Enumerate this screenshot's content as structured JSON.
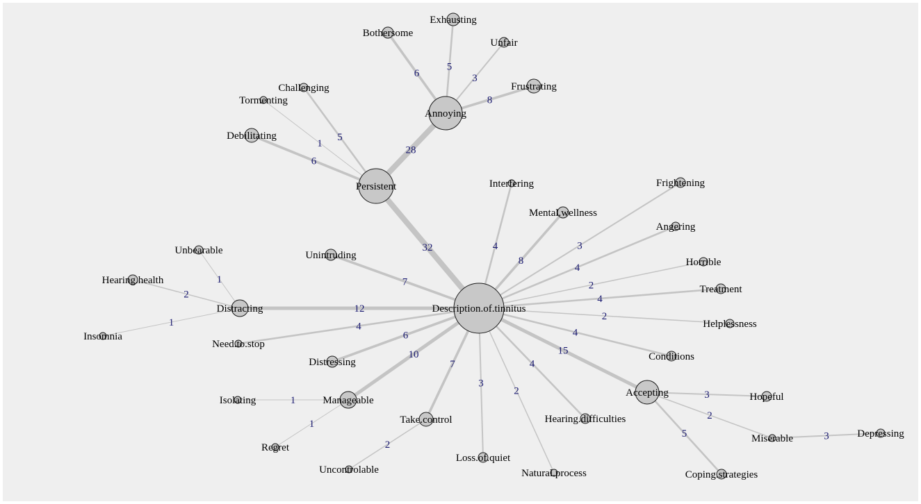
{
  "colors": {
    "background": "#efefef",
    "node_fill": "#c8c8c8",
    "node_stroke": "#1a1a1a",
    "edge": "#c4c4c4",
    "edge_label": "#191970",
    "node_label": "#000000"
  },
  "nodes": [
    {
      "id": "description",
      "label": "Description.of.tinnitus"
    },
    {
      "id": "persistent",
      "label": "Persistent"
    },
    {
      "id": "annoying",
      "label": "Annoying"
    },
    {
      "id": "bothersome",
      "label": "Bothersome"
    },
    {
      "id": "exhausting",
      "label": "Exhausting"
    },
    {
      "id": "unfair",
      "label": "Unfair"
    },
    {
      "id": "frustrating",
      "label": "Frustrating"
    },
    {
      "id": "challenging",
      "label": "Challenging"
    },
    {
      "id": "tormenting",
      "label": "Tormenting"
    },
    {
      "id": "debilitating",
      "label": "Debilitating"
    },
    {
      "id": "interfering",
      "label": "Interfering"
    },
    {
      "id": "frightening",
      "label": "Frightening"
    },
    {
      "id": "mental_wellness",
      "label": "Mental.wellness"
    },
    {
      "id": "angering",
      "label": "Angering"
    },
    {
      "id": "horrible",
      "label": "Horrible"
    },
    {
      "id": "treatment",
      "label": "Treatment"
    },
    {
      "id": "helplessness",
      "label": "Helplessness"
    },
    {
      "id": "conditions",
      "label": "Conditions"
    },
    {
      "id": "accepting",
      "label": "Accepting"
    },
    {
      "id": "hopeful",
      "label": "Hopeful"
    },
    {
      "id": "miserable",
      "label": "Miserable"
    },
    {
      "id": "depressing",
      "label": "Depressing"
    },
    {
      "id": "coping_strategies",
      "label": "Coping.strategies"
    },
    {
      "id": "hearing_difficulties",
      "label": "Hearing.difficulties"
    },
    {
      "id": "natural_process",
      "label": "Natural.process"
    },
    {
      "id": "loss_of_quiet",
      "label": "Loss.of.quiet"
    },
    {
      "id": "take_control",
      "label": "Take.control"
    },
    {
      "id": "uncontrolable",
      "label": "Uncontrolable"
    },
    {
      "id": "manageable",
      "label": "Manageable"
    },
    {
      "id": "isolating",
      "label": "Isolating"
    },
    {
      "id": "regret",
      "label": "Regret"
    },
    {
      "id": "distressing",
      "label": "Distressing"
    },
    {
      "id": "need_to_stop",
      "label": "Need.to.stop"
    },
    {
      "id": "distracting",
      "label": "Distracting"
    },
    {
      "id": "unbearable",
      "label": "Unbearable"
    },
    {
      "id": "hearing_health",
      "label": "Hearing.health"
    },
    {
      "id": "insomnia",
      "label": "Insomnia"
    },
    {
      "id": "unintruding",
      "label": "Unintruding"
    }
  ],
  "edges": [
    {
      "source": "description",
      "target": "persistent",
      "weight": "32"
    },
    {
      "source": "persistent",
      "target": "annoying",
      "weight": "28"
    },
    {
      "source": "annoying",
      "target": "bothersome",
      "weight": "6"
    },
    {
      "source": "annoying",
      "target": "exhausting",
      "weight": "5"
    },
    {
      "source": "annoying",
      "target": "unfair",
      "weight": "3"
    },
    {
      "source": "annoying",
      "target": "frustrating",
      "weight": "8"
    },
    {
      "source": "persistent",
      "target": "challenging",
      "weight": "5"
    },
    {
      "source": "persistent",
      "target": "tormenting",
      "weight": "1"
    },
    {
      "source": "persistent",
      "target": "debilitating",
      "weight": "6"
    },
    {
      "source": "description",
      "target": "interfering",
      "weight": "4"
    },
    {
      "source": "description",
      "target": "mental_wellness",
      "weight": "8"
    },
    {
      "source": "description",
      "target": "frightening",
      "weight": "3"
    },
    {
      "source": "description",
      "target": "angering",
      "weight": "4"
    },
    {
      "source": "description",
      "target": "horrible",
      "weight": "2"
    },
    {
      "source": "description",
      "target": "treatment",
      "weight": "4"
    },
    {
      "source": "description",
      "target": "helplessness",
      "weight": "2"
    },
    {
      "source": "description",
      "target": "conditions",
      "weight": "4"
    },
    {
      "source": "description",
      "target": "accepting",
      "weight": "15"
    },
    {
      "source": "accepting",
      "target": "hopeful",
      "weight": "3"
    },
    {
      "source": "accepting",
      "target": "miserable",
      "weight": "2"
    },
    {
      "source": "miserable",
      "target": "depressing",
      "weight": "3"
    },
    {
      "source": "accepting",
      "target": "coping_strategies",
      "weight": "5"
    },
    {
      "source": "description",
      "target": "hearing_difficulties",
      "weight": "4"
    },
    {
      "source": "description",
      "target": "natural_process",
      "weight": "2"
    },
    {
      "source": "description",
      "target": "loss_of_quiet",
      "weight": "3"
    },
    {
      "source": "description",
      "target": "take_control",
      "weight": "7"
    },
    {
      "source": "take_control",
      "target": "uncontrolable",
      "weight": "2"
    },
    {
      "source": "description",
      "target": "manageable",
      "weight": "10"
    },
    {
      "source": "manageable",
      "target": "isolating",
      "weight": "1"
    },
    {
      "source": "manageable",
      "target": "regret",
      "weight": "1"
    },
    {
      "source": "description",
      "target": "distressing",
      "weight": "6"
    },
    {
      "source": "description",
      "target": "need_to_stop",
      "weight": "4"
    },
    {
      "source": "description",
      "target": "distracting",
      "weight": "12"
    },
    {
      "source": "distracting",
      "target": "unbearable",
      "weight": "1"
    },
    {
      "source": "distracting",
      "target": "hearing_health",
      "weight": "2"
    },
    {
      "source": "distracting",
      "target": "insomnia",
      "weight": "1"
    },
    {
      "source": "description",
      "target": "unintruding",
      "weight": "7"
    }
  ]
}
